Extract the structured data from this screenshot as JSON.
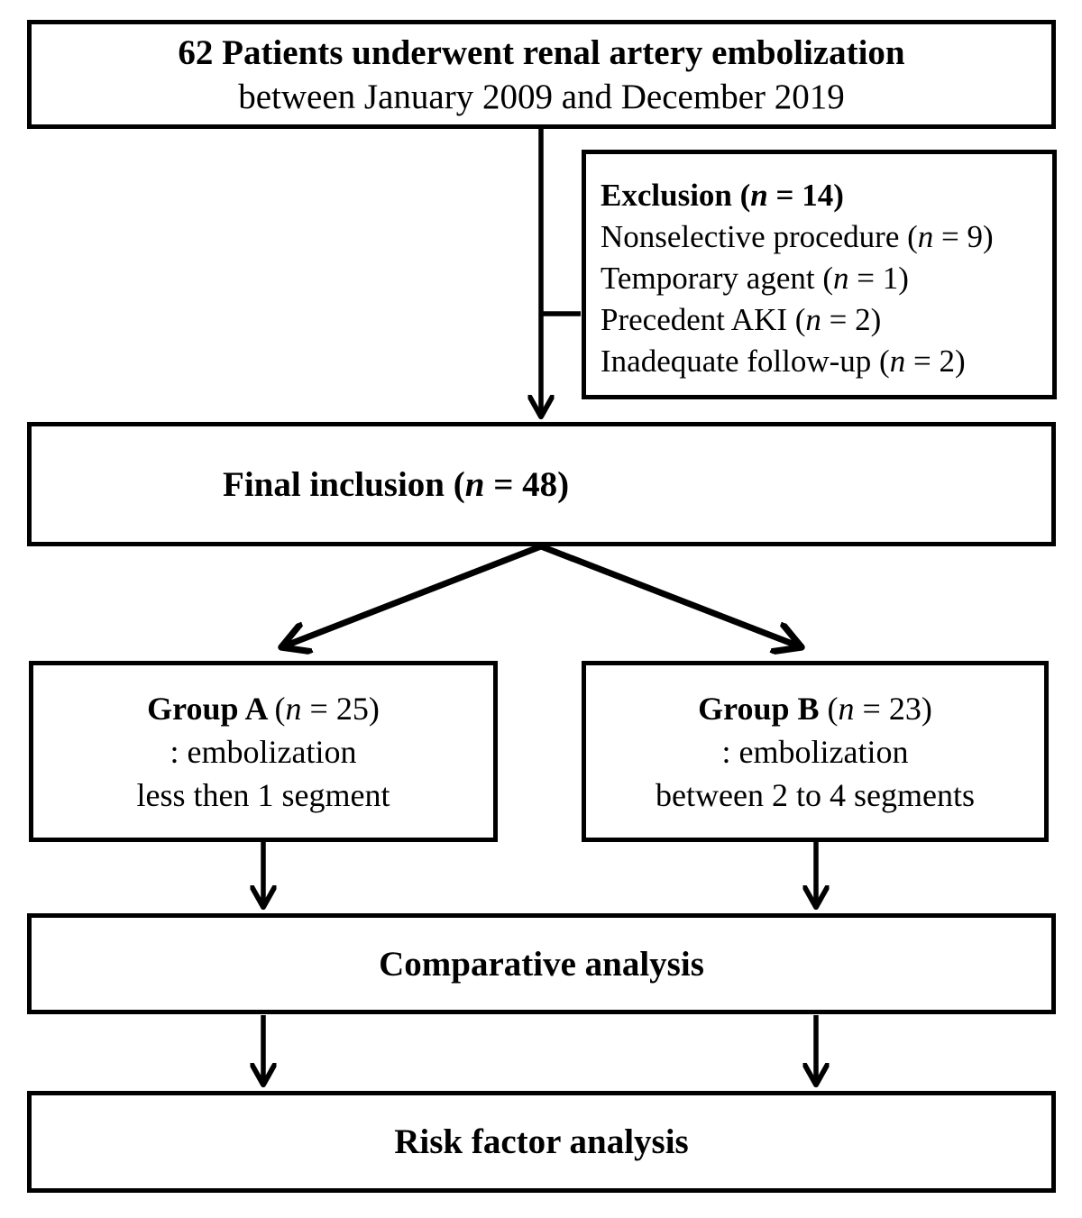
{
  "palette": {
    "background": "#ffffff",
    "box_fill": "#ffffff",
    "box_border": "#000000",
    "line_color": "#000000",
    "text_color": "#000000"
  },
  "diagram": {
    "top_box": {
      "line1": "62 Patients underwent renal artery embolization",
      "line2": "between January 2009 and December 2019"
    },
    "exclusion_box": {
      "title_pre": "Exclusion (",
      "title_n": "n",
      "title_post": " = 14)",
      "items": [
        {
          "pre": "Nonselective procedure (",
          "n": "n",
          "post": " = 9)"
        },
        {
          "pre": "Temporary agent (",
          "n": "n",
          "post": " = 1)"
        },
        {
          "pre": "Precedent AKI (",
          "n": "n",
          "post": " = 2)"
        },
        {
          "pre": "Inadequate follow-up (",
          "n": "n",
          "post": " = 2)"
        }
      ]
    },
    "final_box": {
      "pre": "Final inclusion (",
      "n": "n",
      "post": " = 48)"
    },
    "group_a_box": {
      "title_bold": "Group A ",
      "title_pre": "(",
      "title_n": "n",
      "title_post": " = 25)",
      "line2": ": embolization",
      "line3": "less then 1 segment"
    },
    "group_b_box": {
      "title_bold": "Group B ",
      "title_pre": "(",
      "title_n": "n",
      "title_post": " = 23)",
      "line2": ": embolization",
      "line3": "between 2 to 4 segments"
    },
    "comparative_box": {
      "label": "Comparative analysis"
    },
    "risk_box": {
      "label": "Risk factor analysis"
    }
  }
}
